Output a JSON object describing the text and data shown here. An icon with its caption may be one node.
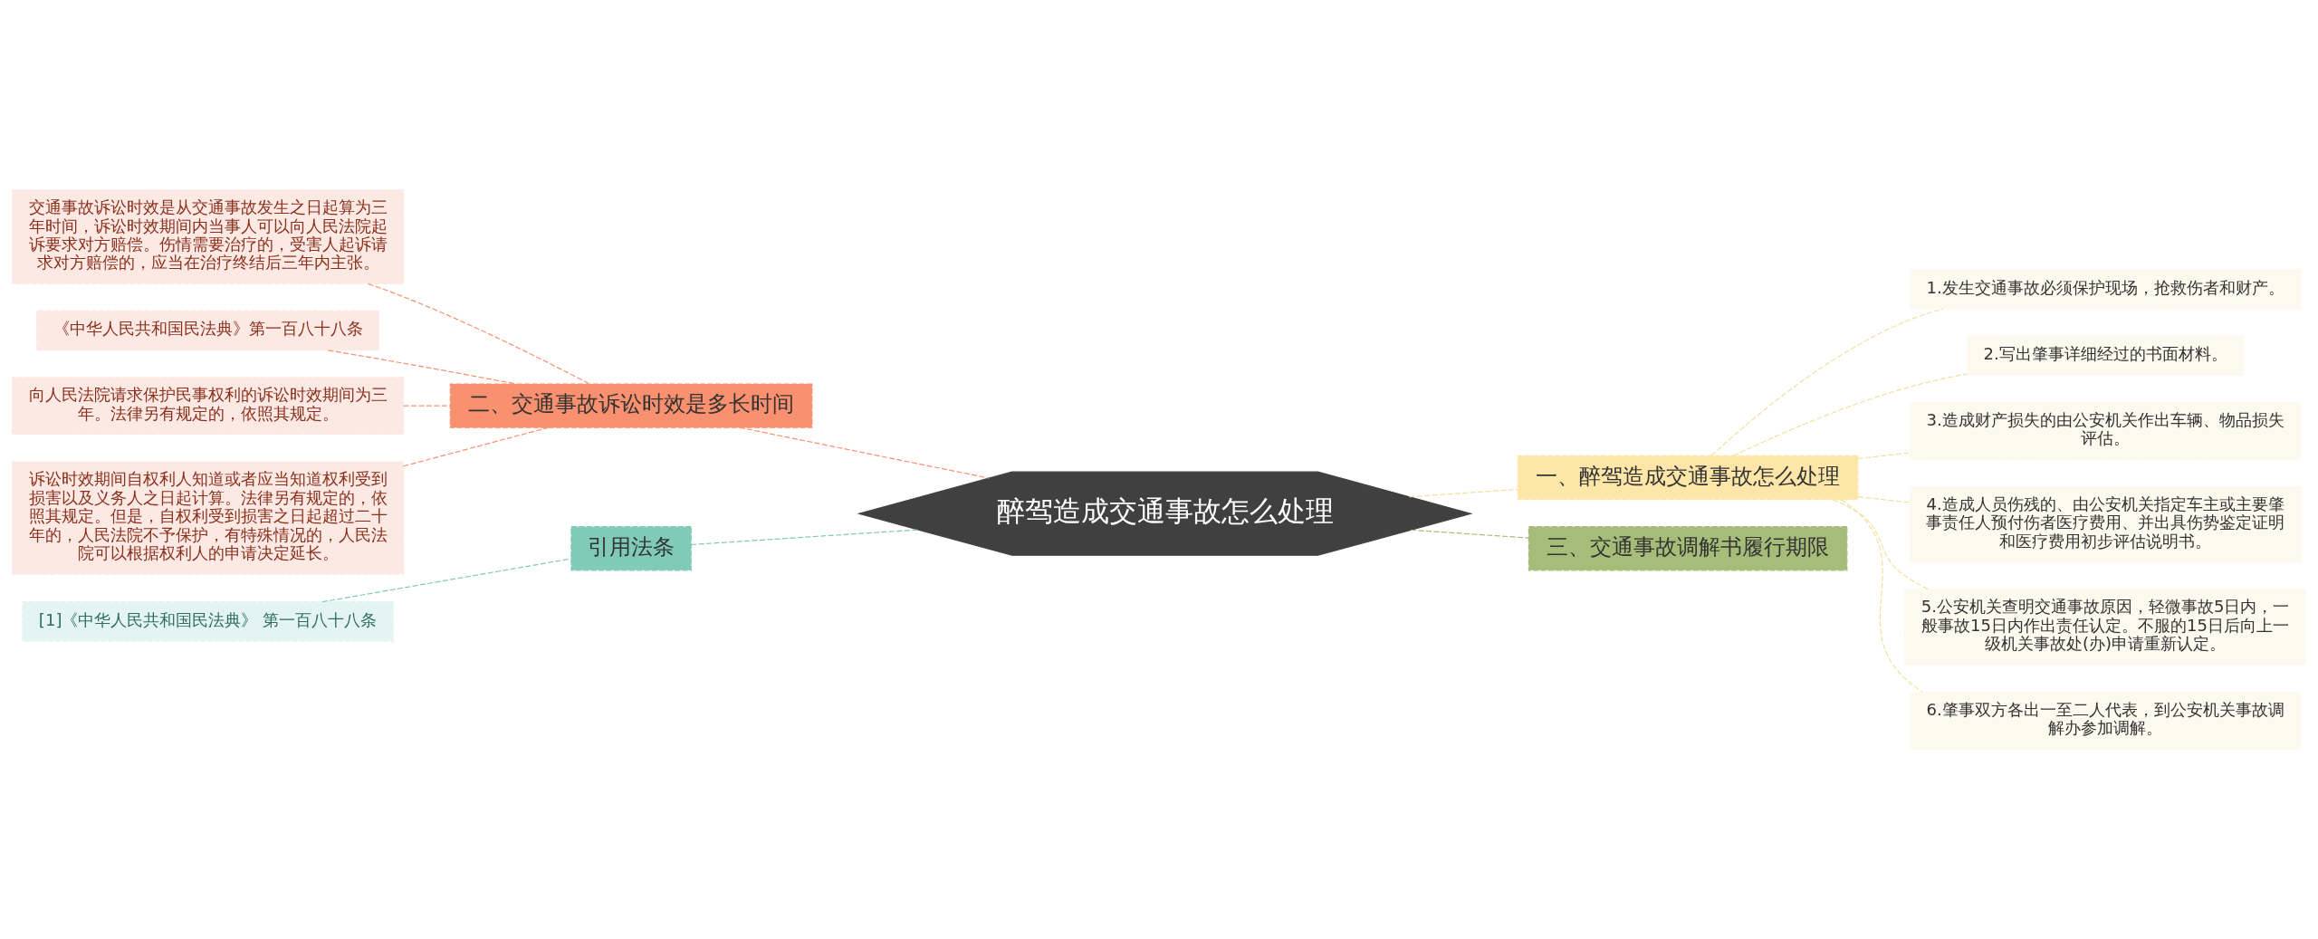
{
  "diagram": {
    "nodes": [
      {
        "text": [
          "醉驾造成交通事故怎么处理"
        ]
      },
      {
        "text": [
          "一、醉驾造成交通事故怎么处理"
        ]
      },
      {
        "text": [
          "1.发生交通事故必须保护现场，抢救伤者和财产。"
        ]
      },
      {
        "text": [
          "2.写出肇事详细经过的书面材料。"
        ]
      },
      {
        "text": [
          "3.造成财产损失的由公安机关作出车辆、物品损失评估。"
        ]
      },
      {
        "text": [
          "4.造成人员伤残的、由公安机关指定车主或主要肇事责任人预付伤者医疗费用、并出具伤势鉴定证明和医疗费用初步评估说明书。"
        ]
      },
      {
        "text": [
          "5.公安机关查明交通事故原因，轻微事故5日内，一般事故15日内作出责任认定。不服的15日后向上一级机关事故处(办)申请重新认定。"
        ]
      },
      {
        "text": [
          "6.肇事双方各出一至二人代表，到公安机关事故调解办参加调解。"
        ]
      },
      {
        "text": [
          "三、交通事故调解书履行期限"
        ]
      },
      {
        "text": [
          "二、交通事故诉讼时效是多长时间"
        ]
      },
      {
        "text": [
          "交通事故诉讼时效是从交通事故发生之日起算为三年时间，诉讼时效期间内当事人可以向人民法院起诉要求对方赔偿。伤情需要治疗的，受害人起诉请求对方赔偿的，应当在治疗终结后三年内主张。"
        ]
      },
      {
        "text": [
          "《中华人民共和国民法典》第一百八十八条"
        ]
      },
      {
        "text": [
          "向人民法院请求保护民事权利的诉讼时效期间为三年。法律另有规定的，依照其规定。"
        ]
      },
      {
        "text": [
          "诉讼时效期间自权利人知道或者应当知道权利受到损害以及义务人之日起计算。法律另有规定的，依照其规定。但是，自权利受到损害之日起超过二十年的，人民法院不予保护，有特殊情况的，人民法院可以根据权利人的申请决定延长。"
        ]
      },
      {
        "text": [
          "引用法条"
        ]
      },
      {
        "text": [
          "[1]《中华人民共和国民法典》 第一百八十八条"
        ]
      }
    ],
    "edges": [
      {
        "from": 0,
        "to": 1,
        "arrow": "none",
        "style": "dashed",
        "color": "#f5dfa0"
      },
      {
        "from": 1,
        "to": 2,
        "arrow": "none",
        "style": "dashed",
        "color": "#f5dfa0"
      },
      {
        "from": 1,
        "to": 3,
        "arrow": "none",
        "style": "dashed",
        "color": "#f5dfa0"
      },
      {
        "from": 1,
        "to": 4,
        "arrow": "none",
        "style": "dashed",
        "color": "#f5dfa0"
      },
      {
        "from": 1,
        "to": 5,
        "arrow": "none",
        "style": "dashed",
        "color": "#f5dfa0"
      },
      {
        "from": 1,
        "to": 6,
        "arrow": "none",
        "style": "dashed",
        "color": "#f5dfa0"
      },
      {
        "from": 1,
        "to": 7,
        "arrow": "none",
        "style": "dashed",
        "color": "#f5dfa0"
      },
      {
        "from": 0,
        "to": 8,
        "arrow": "none",
        "style": "dashed",
        "color": "#a5bd78"
      },
      {
        "from": 0,
        "to": 9,
        "arrow": "none",
        "style": "dashed",
        "color": "#f9906f"
      },
      {
        "from": 9,
        "to": 10,
        "arrow": "none",
        "style": "dashed",
        "color": "#f9906f"
      },
      {
        "from": 9,
        "to": 11,
        "arrow": "none",
        "style": "dashed",
        "color": "#f9906f"
      },
      {
        "from": 9,
        "to": 12,
        "arrow": "none",
        "style": "dashed",
        "color": "#f9906f"
      },
      {
        "from": 9,
        "to": 13,
        "arrow": "none",
        "style": "dashed",
        "color": "#f9906f"
      },
      {
        "from": 0,
        "to": 14,
        "arrow": "none",
        "style": "dashed",
        "color": "#7fcbb8"
      },
      {
        "from": 14,
        "to": 15,
        "arrow": "none",
        "style": "dashed",
        "color": "#7fcbb8"
      }
    ]
  }
}
